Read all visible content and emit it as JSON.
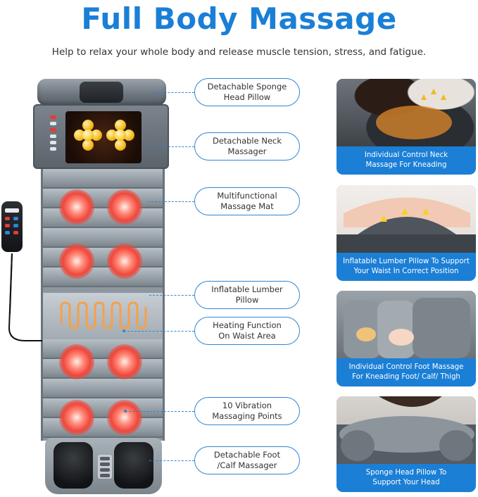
{
  "header": {
    "title": "Full Body Massage",
    "subtitle": "Help to relax your whole body and release muscle tension, stress, and fatigue."
  },
  "callouts": [
    {
      "label": "Detachable Sponge\nHead Pillow"
    },
    {
      "label": "Detachable Neck\nMassager"
    },
    {
      "label": "Multifunctional\nMassage Mat"
    },
    {
      "label": "Inflatable Lumber\nPillow"
    },
    {
      "label": "Heating Function\nOn Waist Area"
    },
    {
      "label": "10 Vibration\nMassaging Points"
    },
    {
      "label": "Detachable Foot\n/Calf Massager"
    }
  ],
  "feature_cards": [
    {
      "caption": "Individual Control Neck\nMassage For Kneading"
    },
    {
      "caption": "Inflatable Lumber Pillow To Support\nYour Waist In Correct Position"
    },
    {
      "caption": "Individual Control Foot Massage\nFor Kneading Foot/ Calf/ Thigh"
    },
    {
      "caption": "Sponge Head Pillow To\nSupport Your Head"
    }
  ],
  "colors": {
    "brand_blue": "#1a7fd6",
    "callout_border": "#2f86d3",
    "glow_red": "#f0473b",
    "heat_orange": "#f6a04a"
  },
  "icons": [
    "remote-control-icon",
    "heating-wave-icon",
    "vibration-point-icon",
    "kneading-roller-icon"
  ]
}
